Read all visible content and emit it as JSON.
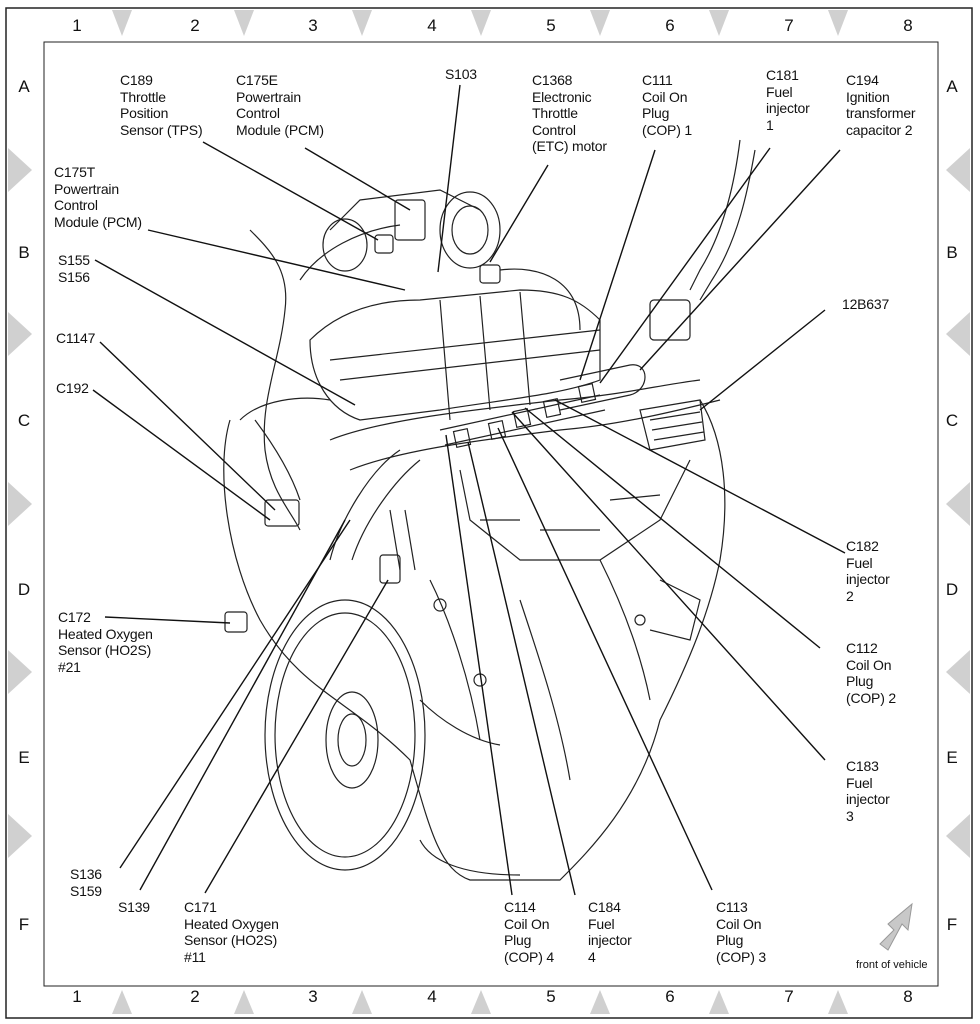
{
  "grid": {
    "columns": [
      "1",
      "2",
      "3",
      "4",
      "5",
      "6",
      "7",
      "8"
    ],
    "rows": [
      "A",
      "B",
      "C",
      "D",
      "E",
      "F"
    ]
  },
  "callouts": {
    "c189": "C189\nThrottle\nPosition\nSensor (TPS)",
    "c175e": "C175E\nPowertrain\nControl\nModule (PCM)",
    "s103": "S103",
    "c1368": "C1368\nElectronic\nThrottle\nControl\n(ETC) motor",
    "c111": "C111\nCoil On\nPlug\n(COP) 1",
    "c181": "C181\nFuel\ninjector\n1",
    "c194": "C194\nIgnition\ntransformer\ncapacitor 2",
    "c175t": "C175T\nPowertrain\nControl\nModule (PCM)",
    "s155": "S155\nS156",
    "b12b637": "12B637",
    "c1147": "C1147",
    "c192": "C192",
    "c182": "C182\nFuel\ninjector\n2",
    "c172": "C172\nHeated Oxygen\nSensor (HO2S)\n#21",
    "c112": "C112\nCoil On\nPlug\n(COP) 2",
    "c183": "C183\nFuel\ninjector\n3",
    "s136": "S136\nS159",
    "s139": "S139",
    "c171": "C171\nHeated Oxygen\nSensor (HO2S)\n#11",
    "c114": "C114\nCoil On\nPlug\n(COP) 4",
    "c184": "C184\nFuel\ninjector\n4",
    "c113": "C113\nCoil On\nPlug\n(COP) 3"
  },
  "front_of_vehicle": "front of vehicle",
  "colors": {
    "line": "#111111",
    "marker": "#d0d0d0",
    "arrow": "#c8c8c8"
  }
}
